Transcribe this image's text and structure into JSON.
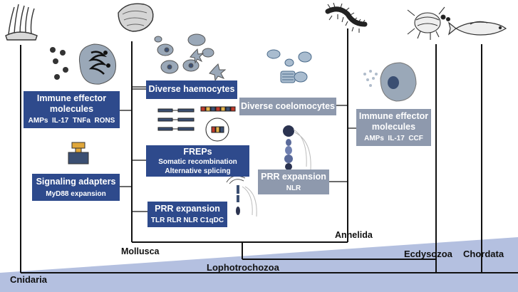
{
  "taxa": {
    "cnidaria": "Cnidaria",
    "mollusca": "Mollusca",
    "lophotrochozoa": "Lophotrochozoa",
    "annelida": "Annelida",
    "ecdysozoa": "Ecdysozoa",
    "chordata": "Chordata"
  },
  "boxes": {
    "immune_left": {
      "title_line1": "Immune effector",
      "title_line2": "molecules",
      "items": "AMPs  IL-17  TNFa  RONS"
    },
    "signaling": {
      "title": "Signaling adapters",
      "sub": "MyD88 expansion"
    },
    "haemocytes": {
      "title": "Diverse haemocytes"
    },
    "freps": {
      "title": "FREPs",
      "line1": "Somatic recombination",
      "line2": "Alternative splicing"
    },
    "prr_mollusca": {
      "title": "PRR expansion",
      "items": "TLR RLR NLR C1qDC"
    },
    "coelomocytes": {
      "title": "Diverse coelomocytes"
    },
    "prr_annelida": {
      "title": "PRR expansion",
      "items": "NLR"
    },
    "immune_right": {
      "title_line1": "Immune effector",
      "title_line2": "molecules",
      "items": "AMPs  IL-17  CCF"
    }
  },
  "colors": {
    "dark_box": "#2e4a8c",
    "grey_box": "#8e99ad",
    "ground": "#b4c0e0",
    "cell": "#9aa8b8",
    "tree_line": "#111111"
  },
  "icons": [
    "coral-icon",
    "oyster-icon",
    "centipede-icon",
    "crustacean-icon",
    "fish-icon",
    "haemocyte-cells-icon",
    "coelomocyte-cells-icon",
    "effector-cell-icon",
    "adapter-icon",
    "receptor-icon",
    "tlr-icon"
  ]
}
